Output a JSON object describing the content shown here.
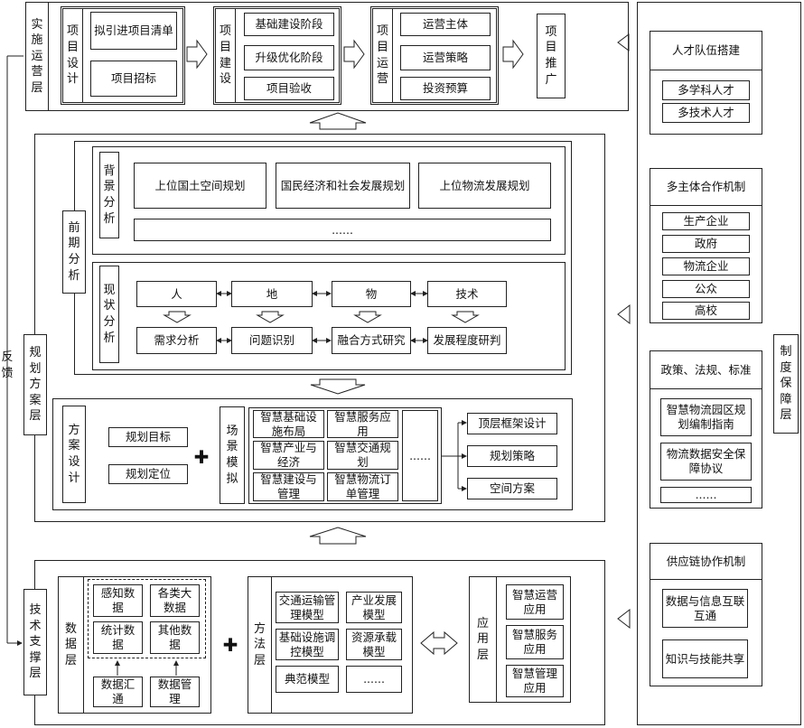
{
  "layers": {
    "operation": "实施运营层",
    "planning": "规划方案层",
    "tech": "技术支撑层",
    "guarantee": "制度保障层",
    "feedback": "反馈"
  },
  "operation": {
    "project_design": {
      "label": "项目设计",
      "items": [
        "拟引进项目清单",
        "项目招标"
      ]
    },
    "project_build": {
      "label": "项目建设",
      "items": [
        "基础建设阶段",
        "升级优化阶段",
        "项目验收"
      ]
    },
    "project_operate": {
      "label": "项目运营",
      "items": [
        "运营主体",
        "运营策略",
        "投资预算"
      ]
    },
    "project_promote": {
      "label": "项目推广"
    }
  },
  "planning": {
    "pre_analysis": "前期分析",
    "background": {
      "label": "背景分析",
      "items": [
        "上位国土空间规划",
        "国民经济和社会发展规划",
        "上位物流发展规划"
      ],
      "more": "......"
    },
    "status": {
      "label": "现状分析",
      "top": [
        "人",
        "地",
        "物",
        "技术"
      ],
      "bottom": [
        "需求分析",
        "问题识别",
        "融合方式研究",
        "发展程度研判"
      ]
    },
    "scheme": {
      "label": "方案设计",
      "items": [
        "规划目标",
        "规划定位"
      ],
      "plus": "✚"
    },
    "scenario": {
      "label": "场景模拟",
      "cells": [
        "智慧基础设施布局",
        "智慧服务应用",
        "智慧产业与经济",
        "智慧交通规划",
        "智慧建设与管理",
        "智慧物流订单管理"
      ],
      "more": "......"
    },
    "outputs": [
      "顶层框架设计",
      "规划策略",
      "空间方案"
    ]
  },
  "tech": {
    "data": {
      "label": "数据层",
      "grid": [
        "感知数据",
        "各类大数据",
        "统计数据",
        "其他数据"
      ],
      "bottom": [
        "数据汇通",
        "数据管理"
      ]
    },
    "plus": "✚",
    "method": {
      "label": "方法层",
      "cells": [
        "交通运输管理模型",
        "产业发展模型",
        "基础设施调控模型",
        "资源承载模型",
        "典范模型",
        "......"
      ]
    },
    "application": {
      "label": "应用层",
      "items": [
        "智慧运营应用",
        "智慧服务应用",
        "智慧管理应用"
      ]
    }
  },
  "guarantee": {
    "talent": {
      "title": "人才队伍搭建",
      "items": [
        "多学科人才",
        "多技术人才"
      ]
    },
    "coop": {
      "title": "多主体合作机制",
      "items": [
        "生产企业",
        "政府",
        "物流企业",
        "公众",
        "高校"
      ]
    },
    "policy": {
      "title": "政策、法规、标准",
      "items": [
        "智慧物流园区规划编制指南",
        "物流数据安全保障协议",
        "......"
      ]
    },
    "supply": {
      "title": "供应链协作机制",
      "items": [
        "数据与信息互联互通",
        "知识与技能共享"
      ]
    }
  }
}
